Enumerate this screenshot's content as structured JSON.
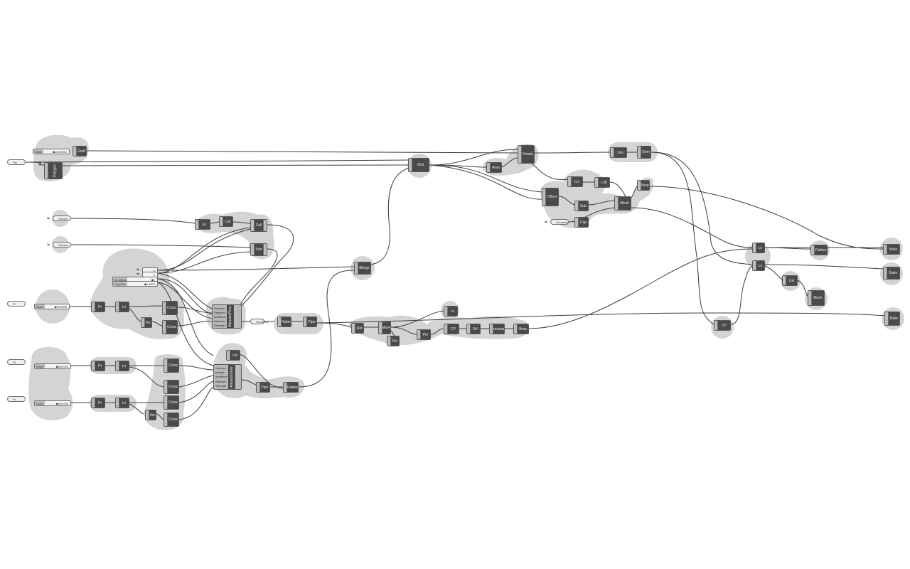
{
  "canvas": {
    "background": "#ffffff",
    "blob": "#d4d4d4",
    "wire": "#3c3c3c"
  },
  "params": {
    "pln_1": "Pln",
    "surface_1": "Surface",
    "surface_2": "Surface",
    "pt_1": "Pt",
    "pt_2": "Pt",
    "pt_3": "Pt",
    "geometry_1": "Geometry",
    "badge_a": "1▸",
    "badge_b": "1▸",
    "badge_c": "1▸",
    "badge_d": "1▸",
    "badge_e": "1▸"
  },
  "sliders": {
    "s1": {
      "label": "Slider",
      "value": "◆100.0000"
    },
    "s2": {
      "label": "Slider",
      "value": "◆50.0000"
    },
    "s3": {
      "label": "Slider",
      "value": "◆500.000"
    },
    "s4": {
      "label": "Slider",
      "value": "◆500.000"
    },
    "iter": {
      "label": "Iterations",
      "value": "◆1"
    },
    "step": {
      "label": "StepSize",
      "value": "◆0.5000"
    },
    "t0": {
      "label": "",
      "value": "0"
    },
    "t1": {
      "label": "",
      "value": "0"
    }
  },
  "components": {
    "polygon": "Polygon",
    "dlist": "Dlist",
    "rotate": "Rotate",
    "graft": "Graft",
    "merge": "Merge",
    "offset": "Offset",
    "area": "Area",
    "join": "Join",
    "cross": "Cross",
    "rot": "Rot",
    "move": "Move",
    "pt": "Pt",
    "ln": "Ln",
    "ex": "Ex",
    "vec": "Vec",
    "div": "Div",
    "pln": "Pln",
    "cp": "CP",
    "srf": "Srf",
    "flatten": "Flatten",
    "list": "List",
    "pipe": "Pipe",
    "boundary": "Boundary",
    "brep": "Brep",
    "cull": "Cull",
    "sort": "Sort",
    "dom": "Dom",
    "crv": "Crv",
    "loft": "Loft",
    "cap": "Cap",
    "sub": "Sub",
    "mesh": "Mesh",
    "bake": "Bake"
  },
  "solver1": {
    "title": "AttractorFlow",
    "inputs": [
      "Sources",
      "Particles",
      "Iterations",
      "Attractor",
      "Strength"
    ]
  },
  "solver2": {
    "title": "AttractorFlow",
    "inputs": [
      "Sources",
      "particle",
      "Iterations",
      "Attractor",
      "Strength"
    ]
  }
}
